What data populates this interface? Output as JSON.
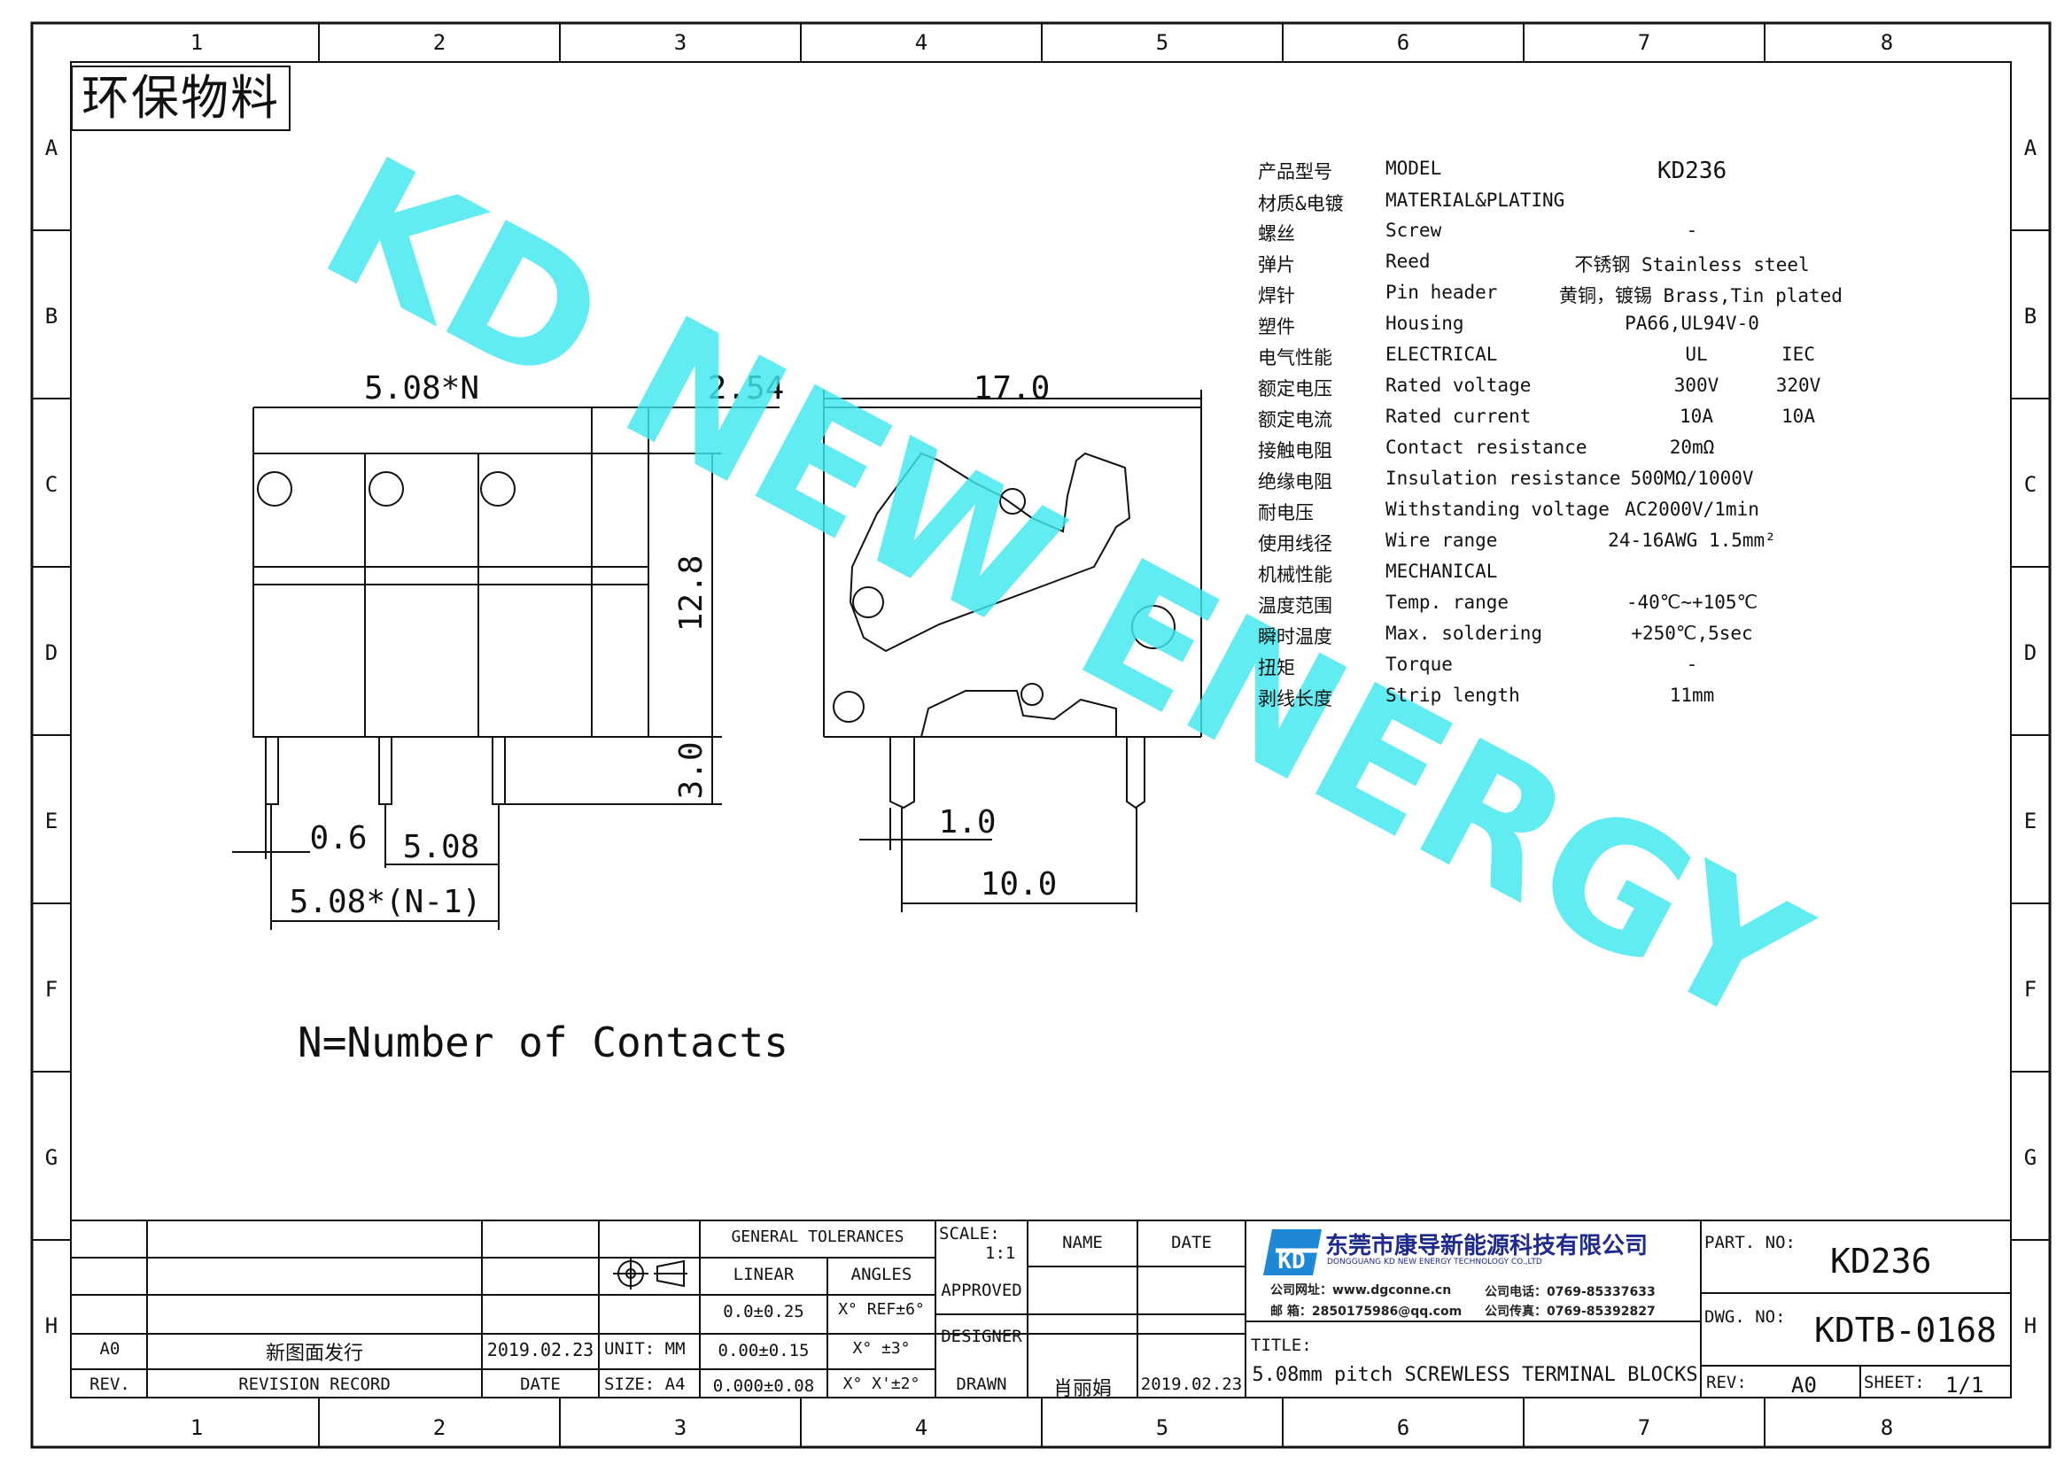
{
  "frame": {
    "columns": [
      "1",
      "2",
      "3",
      "4",
      "5",
      "6",
      "7",
      "8"
    ],
    "rows": [
      "A",
      "B",
      "C",
      "D",
      "E",
      "F",
      "G",
      "H"
    ]
  },
  "header_stamp": "环保物料",
  "watermark": "KD NEW ENERGY",
  "note": "N=Number of Contacts",
  "dimensions": {
    "pitch_n": "5.08*N",
    "edge": "2.54",
    "depth": "17.0",
    "height": "12.8",
    "pin_length": "3.0",
    "pin_width": "0.6",
    "pitch": "5.08",
    "pitch_total": "5.08*(N-1)",
    "pin_side": "1.0",
    "pin_span": "10.0"
  },
  "specs": [
    {
      "zh": "产品型号",
      "en": "MODEL",
      "value": "KD236"
    },
    {
      "zh": "材质&电镀",
      "en": "MATERIAL&PLATING",
      "value": ""
    },
    {
      "zh": "螺丝",
      "en": "Screw",
      "value": "-"
    },
    {
      "zh": "弹片",
      "en": "Reed",
      "value": "不锈钢 Stainless steel"
    },
    {
      "zh": "焊针",
      "en": "Pin header",
      "value": "黄铜，镀锡 Brass,Tin plated"
    },
    {
      "zh": "塑件",
      "en": "Housing",
      "value": "PA66,UL94V-0"
    },
    {
      "zh": "电气性能",
      "en": "ELECTRICAL",
      "v1": "UL",
      "v2": "IEC"
    },
    {
      "zh": "额定电压",
      "en": "Rated voltage",
      "v1": "300V",
      "v2": "320V"
    },
    {
      "zh": "额定电流",
      "en": "Rated current",
      "v1": "10A",
      "v2": "10A"
    },
    {
      "zh": "接触电阻",
      "en": "Contact resistance",
      "value": "20mΩ"
    },
    {
      "zh": "绝缘电阻",
      "en": "Insulation resistance",
      "value": "500MΩ/1000V"
    },
    {
      "zh": "耐电压",
      "en": "Withstanding voltage",
      "value": "AC2000V/1min"
    },
    {
      "zh": "使用线径",
      "en": "Wire range",
      "value": "24-16AWG 1.5mm²"
    },
    {
      "zh": "机械性能",
      "en": "MECHANICAL",
      "value": ""
    },
    {
      "zh": "温度范围",
      "en": "Temp. range",
      "value": "-40℃~+105℃"
    },
    {
      "zh": "瞬时温度",
      "en": "Max. soldering",
      "value": "+250℃,5sec"
    },
    {
      "zh": "扭矩",
      "en": "Torque",
      "value": "-"
    },
    {
      "zh": "剥线长度",
      "en": "Strip length",
      "value": "11mm"
    }
  ],
  "title_block": {
    "rev_a0": "A0",
    "rev_desc": "新图面发行",
    "rev_date": "2019.02.23",
    "rev_label": "REV.",
    "revision_record": "REVISION RECORD",
    "date_label": "DATE",
    "unit": "UNIT: MM",
    "size": "SIZE: A4",
    "general_tolerances": "GENERAL TOLERANCES",
    "linear": "LINEAR",
    "angles": "ANGLES",
    "lin1": "0.0±0.25",
    "lin2": "0.00±0.15",
    "lin3": "0.000±0.08",
    "ang1": "X° REF±6°",
    "ang2": "X° ±3°",
    "ang3": "X° X'±2°",
    "scale_label": "SCALE:",
    "scale": "1:1",
    "approved": "APPROVED",
    "designer": "DESIGNER",
    "drawn": "DRAWN",
    "name_label": "NAME",
    "date_col": "DATE",
    "drawn_name": "肖丽娟",
    "drawn_date": "2019.02.23",
    "company_zh": "东莞市康导新能源科技有限公司",
    "company_en": "DONGGUANG KD NEW ENERGY TECHNOLOGY CO.,LTD",
    "web_label": "公司网址：www.dgconne.cn",
    "phone": "公司电话：0769-85337633",
    "mail": "邮    箱：2850175986@qq.com",
    "fax": "公司传真：0769-85392827",
    "title_label": "TITLE:",
    "title": "5.08mm pitch SCREWLESS TERMINAL BLOCKS",
    "part_label": "PART. NO:",
    "part_no": "KD236",
    "dwg_label": "DWG. NO:",
    "dwg_no": "KDTB-0168",
    "rev_l": "REV:",
    "rev_v": "A0",
    "sheet_l": "SHEET:",
    "sheet_v": "1/1",
    "logo_letters": "KD"
  }
}
